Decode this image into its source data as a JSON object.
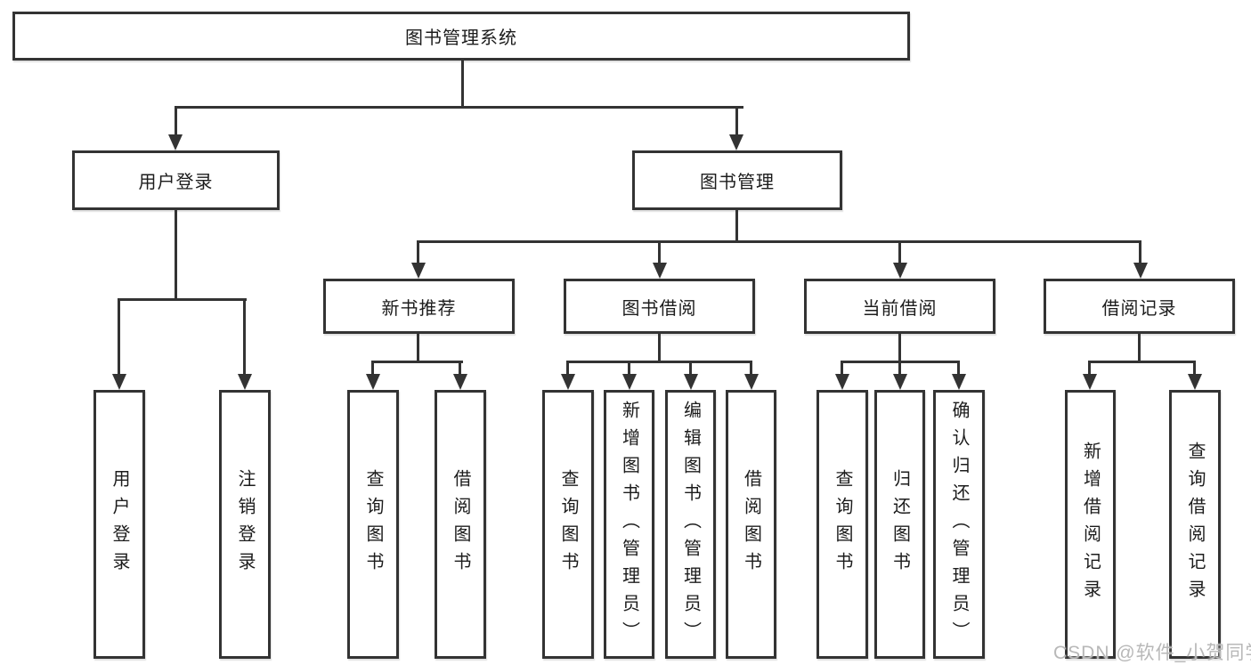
{
  "diagram": {
    "title": "图书管理系统",
    "root": {
      "label": "图书管理系统"
    },
    "level2": [
      "用户登录",
      "图书管理"
    ],
    "level3": [
      "新书推荐",
      "图书借阅",
      "当前借阅",
      "借阅记录"
    ],
    "leaves": {
      "user_login": [
        "用户登录",
        "注销登录"
      ],
      "new_book": [
        "查询图书",
        "借阅图书"
      ],
      "book_borrow": [
        "查询图书",
        "新增图书（管理员）",
        "编辑图书（管理员）",
        "借阅图书"
      ],
      "current_borrow": [
        "查询图书",
        "归还图书",
        "确认归还（管理员）"
      ],
      "borrow_record": [
        "新增借阅记录",
        "查询借阅记录"
      ]
    },
    "hierarchy": {
      "图书管理系统": [
        "用户登录",
        "图书管理"
      ],
      "用户登录": [
        "用户登录",
        "注销登录"
      ],
      "图书管理": [
        "新书推荐",
        "图书借阅",
        "当前借阅",
        "借阅记录"
      ],
      "新书推荐": [
        "查询图书",
        "借阅图书"
      ],
      "图书借阅": [
        "查询图书",
        "新增图书（管理员）",
        "编辑图书（管理员）",
        "借阅图书"
      ],
      "当前借阅": [
        "查询图书",
        "归还图书",
        "确认归还（管理员）"
      ],
      "借阅记录": [
        "新增借阅记录",
        "查询借阅记录"
      ]
    },
    "watermark": {
      "text": "CSDN @软件_小贺同学"
    },
    "colors": {
      "line": "#333333",
      "box_border": "#333333",
      "box_fill": "#ffffff",
      "text": "#1c1c1c",
      "background": "#ffffff",
      "watermark": "#b8b8b8"
    }
  }
}
